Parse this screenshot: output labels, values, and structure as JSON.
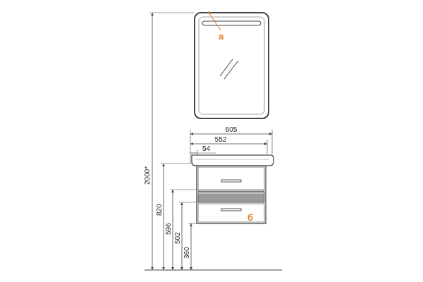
{
  "dimensions": {
    "total_height": "2000*",
    "h_820": "820",
    "h_596": "596",
    "h_502": "502",
    "h_360": "360",
    "w_605": "605",
    "w_552": "552",
    "w_54": "54"
  },
  "callouts": {
    "a": "а",
    "b": "б"
  },
  "colors": {
    "line": "#444444",
    "accent": "#e07a1e",
    "shelf_fill": "#9a9a9a"
  }
}
